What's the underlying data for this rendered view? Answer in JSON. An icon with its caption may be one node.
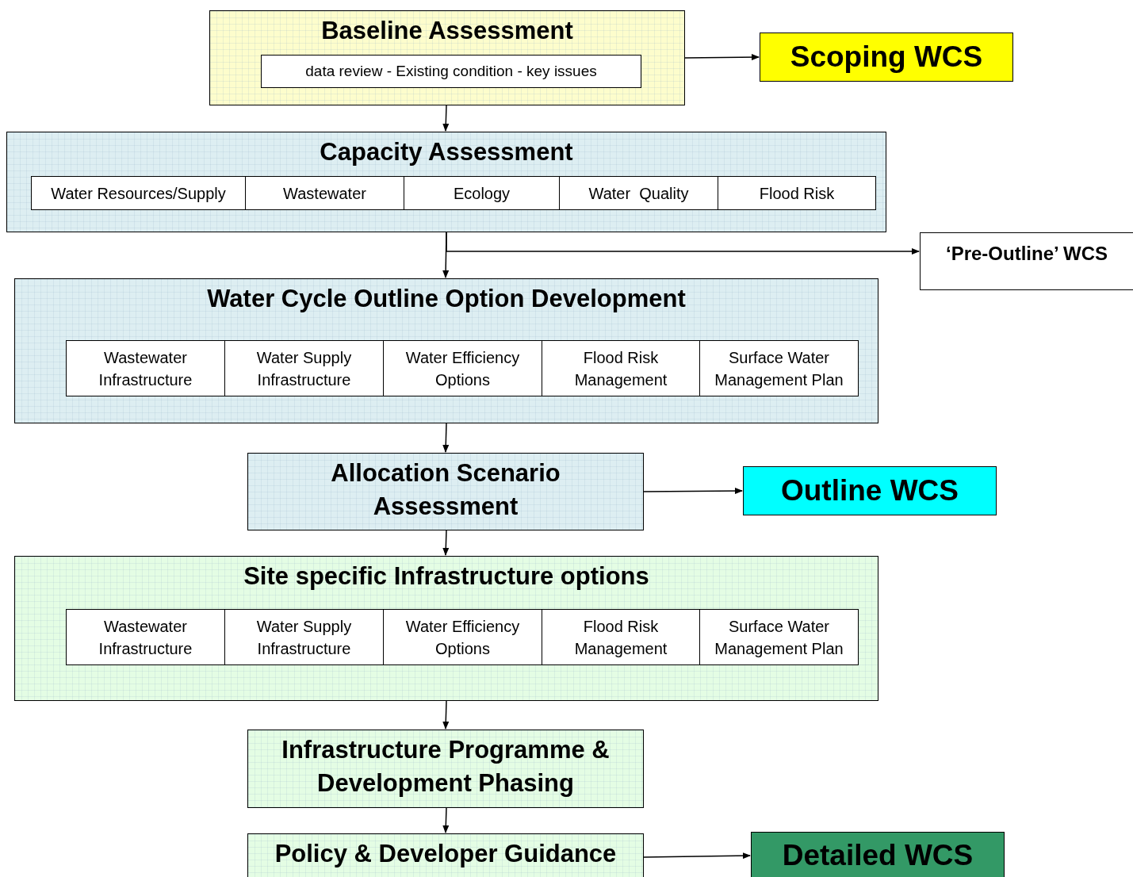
{
  "diagram": {
    "nodes": [
      {
        "text": [
          "Baseline Assessment"
        ]
      },
      {
        "text": [
          "data review - Existing condition - key issues"
        ],
        "in": 0
      },
      {
        "text": [
          "Scoping WCS"
        ]
      },
      {
        "text": [
          "Capacity Assessment"
        ]
      },
      {
        "text": [
          "Water Resources/Supply"
        ],
        "in": 3
      },
      {
        "text": [
          "Wastewater"
        ],
        "in": 3
      },
      {
        "text": [
          "Ecology"
        ],
        "in": 3
      },
      {
        "text": [
          "Water  Quality"
        ],
        "in": 3
      },
      {
        "text": [
          "Flood Risk"
        ],
        "in": 3
      },
      {
        "text": [
          "‘Pre-Outline’ WCS"
        ]
      },
      {
        "text": [
          "Water Cycle Outline Option Development"
        ]
      },
      {
        "text": [
          "Wastewater Infrastructure"
        ],
        "in": 10
      },
      {
        "text": [
          "Water Supply Infrastructure"
        ],
        "in": 10
      },
      {
        "text": [
          "Water Efficiency Options"
        ],
        "in": 10
      },
      {
        "text": [
          "Flood Risk Management"
        ],
        "in": 10
      },
      {
        "text": [
          "Surface Water Management Plan"
        ],
        "in": 10
      },
      {
        "text": [
          "Allocation Scenario Assessment"
        ]
      },
      {
        "text": [
          "Outline WCS"
        ]
      },
      {
        "text": [
          "Site specific Infrastructure options"
        ]
      },
      {
        "text": [
          "Wastewater Infrastructure"
        ],
        "in": 18
      },
      {
        "text": [
          "Water Supply Infrastructure"
        ],
        "in": 18
      },
      {
        "text": [
          "Water Efficiency Options"
        ],
        "in": 18
      },
      {
        "text": [
          "Flood Risk Management"
        ],
        "in": 18
      },
      {
        "text": [
          "Surface Water Management Plan"
        ],
        "in": 18
      },
      {
        "text": [
          "Infrastructure Programme & Development Phasing"
        ]
      },
      {
        "text": [
          "Policy & Developer Guidance"
        ]
      },
      {
        "text": [
          "Detailed WCS"
        ]
      }
    ],
    "edges": [
      {
        "from": 0,
        "to": 2,
        "arrow": "to"
      },
      {
        "from": 0,
        "to": 3,
        "arrow": "to"
      },
      {
        "from": 3,
        "to": 10,
        "arrow": "to"
      },
      {
        "from": 3,
        "to": 9,
        "arrow": "to"
      },
      {
        "from": 10,
        "to": 16,
        "arrow": "to"
      },
      {
        "from": 16,
        "to": 17,
        "arrow": "to"
      },
      {
        "from": 16,
        "to": 18,
        "arrow": "to"
      },
      {
        "from": 18,
        "to": 24,
        "arrow": "to"
      },
      {
        "from": 24,
        "to": 25,
        "arrow": "to"
      },
      {
        "from": 25,
        "to": 26,
        "arrow": "to"
      }
    ]
  }
}
